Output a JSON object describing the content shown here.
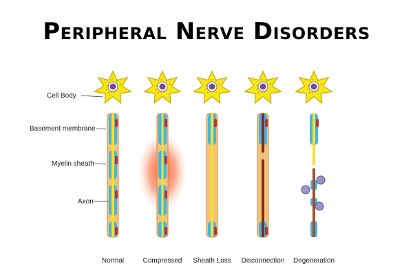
{
  "title": "Peripheral Nerve Disorders",
  "structure_labels": [
    "Cell Body",
    "Basement membrane",
    "Myelin sheath",
    "Axon"
  ],
  "neurons": [
    {
      "label": "Normal",
      "state": "normal"
    },
    {
      "label": "Compressed",
      "state": "compressed"
    },
    {
      "label": "Sheath Loss",
      "state": "sheath-loss"
    },
    {
      "label": "Disconnection",
      "state": "disconnection"
    },
    {
      "label": "Degeneration",
      "state": "degeneration"
    }
  ],
  "colors": {
    "cell_body": "#f5e61a",
    "cell_outline": "#c9a800",
    "nucleus": "#7b4a8e",
    "myelin": "#3fb6e6",
    "axon": "#f4e030",
    "membrane": "#d9883a",
    "sheath_node": "#b8323a",
    "inflammation": "#ff3b1a",
    "macrophage": "#9a92c8"
  }
}
